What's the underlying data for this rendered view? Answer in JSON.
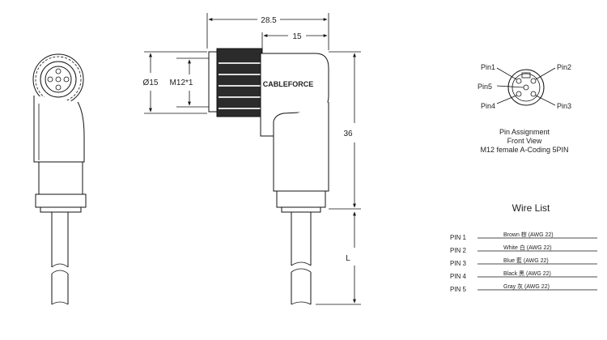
{
  "dimensions": {
    "overall_length": "28.5",
    "partial_length": "15",
    "diameter": "Ø15",
    "thread": "M12*1",
    "height": "36",
    "cable_length": "L"
  },
  "brand": "CABLEFORCE",
  "pin_diagram": {
    "labels": [
      "Pin1",
      "Pin2",
      "Pin5",
      "Pin4",
      "Pin3"
    ],
    "caption": [
      "Pin Assignment",
      "Front View",
      "M12 female A-Coding 5PIN"
    ]
  },
  "wire_list": {
    "title": "Wire List",
    "rows": [
      {
        "pin": "PIN 1",
        "desc": "Brown  棕 (AWG 22)"
      },
      {
        "pin": "PIN 2",
        "desc": "White  白 (AWG 22)"
      },
      {
        "pin": "PIN 3",
        "desc": "Blue   藍 (AWG 22)"
      },
      {
        "pin": "PIN 4",
        "desc": "Black  黑 (AWG 22)"
      },
      {
        "pin": "PIN 5",
        "desc": "Gray   灰 (AWG 22)"
      }
    ]
  }
}
